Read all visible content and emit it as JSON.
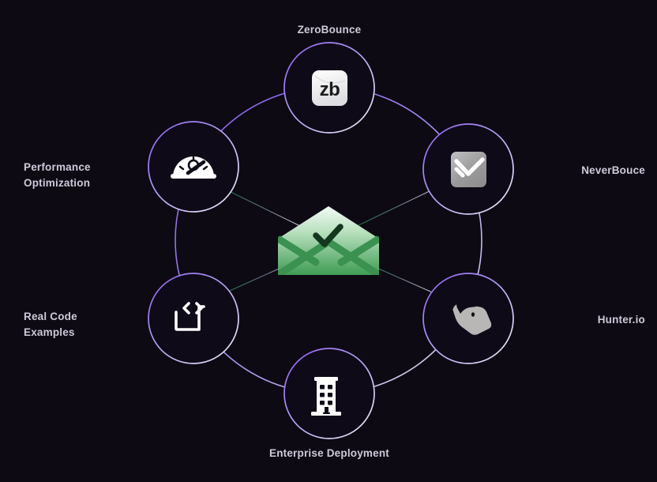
{
  "diagram": {
    "title_visible": false,
    "background_color": "#0d0a14",
    "ring_color": "#8b5cf6",
    "node_stroke_from": "#8b5cf6",
    "node_stroke_to": "#f2f0f6",
    "spoke_from_color": "#1f7a4d",
    "spoke_to_color": "#cfc9d8",
    "center": {
      "name": "verified-email",
      "icon": "envelope-check-icon",
      "label": "",
      "color_top": "#e9f7ec",
      "color_bottom": "#3f9c54"
    },
    "nodes": [
      {
        "id": "zerobounce",
        "label": "ZeroBounce",
        "icon": "zerobounce-logo-icon",
        "icon_text": "zb",
        "label_position": "top",
        "angle_deg": -90
      },
      {
        "id": "neverbounce",
        "label": "NeverBouce",
        "icon": "neverbounce-logo-icon",
        "icon_text": "",
        "label_position": "right",
        "angle_deg": -30
      },
      {
        "id": "hunter-io",
        "label": "Hunter.io",
        "icon": "hunter-fox-logo-icon",
        "icon_text": "",
        "label_position": "right",
        "angle_deg": 30
      },
      {
        "id": "enterprise-deployment",
        "label": "Enterprise Deployment",
        "icon": "building-icon",
        "icon_text": "",
        "label_position": "bottom",
        "angle_deg": 90
      },
      {
        "id": "real-code-examples",
        "label": "Real Code\nExamples",
        "icon": "code-brackets-icon",
        "icon_text": "",
        "label_position": "left",
        "angle_deg": 150
      },
      {
        "id": "performance-optimization",
        "label": "Performance\nOptimization",
        "icon": "speedometer-icon",
        "icon_text": "",
        "label_position": "left",
        "angle_deg": 210
      }
    ]
  }
}
